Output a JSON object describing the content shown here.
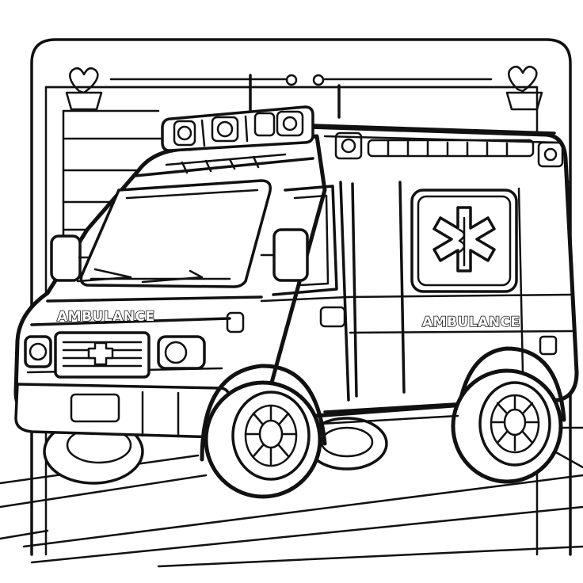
{
  "illustration": {
    "style": "black-and-white line art coloring page",
    "subject": "ambulance-van",
    "ink_color": "#111111",
    "paper_color": "#ffffff"
  },
  "labels": {
    "hood_label": "AMBULANCE",
    "side_label": "AMBULANCE"
  },
  "icons": {
    "side_emblem": "star-of-life-icon",
    "grille_emblem": "cross-icon",
    "frame_ornaments": "heart-icon"
  }
}
